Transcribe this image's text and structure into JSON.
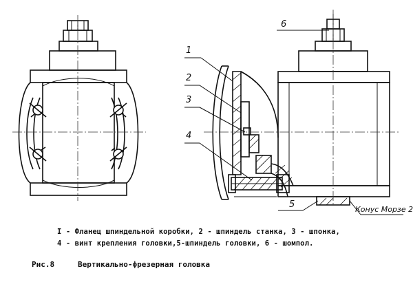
{
  "callouts": [
    {
      "id": "1",
      "text": "1"
    },
    {
      "id": "2",
      "text": "2"
    },
    {
      "id": "3",
      "text": "3"
    },
    {
      "id": "4",
      "text": "4"
    },
    {
      "id": "5",
      "text": "5"
    },
    {
      "id": "6",
      "text": "6"
    }
  ],
  "cone_label": "Конус Морзе 2",
  "legend": {
    "line1": "I - Фланец шпиндельной коробки, 2 - шпиндель станка, 3 - шпонка,",
    "line2": "4 - винт крепления головки,5-шпиндель головки, 6 - шомпол."
  },
  "figure": {
    "number": "Рис.8",
    "title": "Вертикально-фрезерная головка"
  }
}
